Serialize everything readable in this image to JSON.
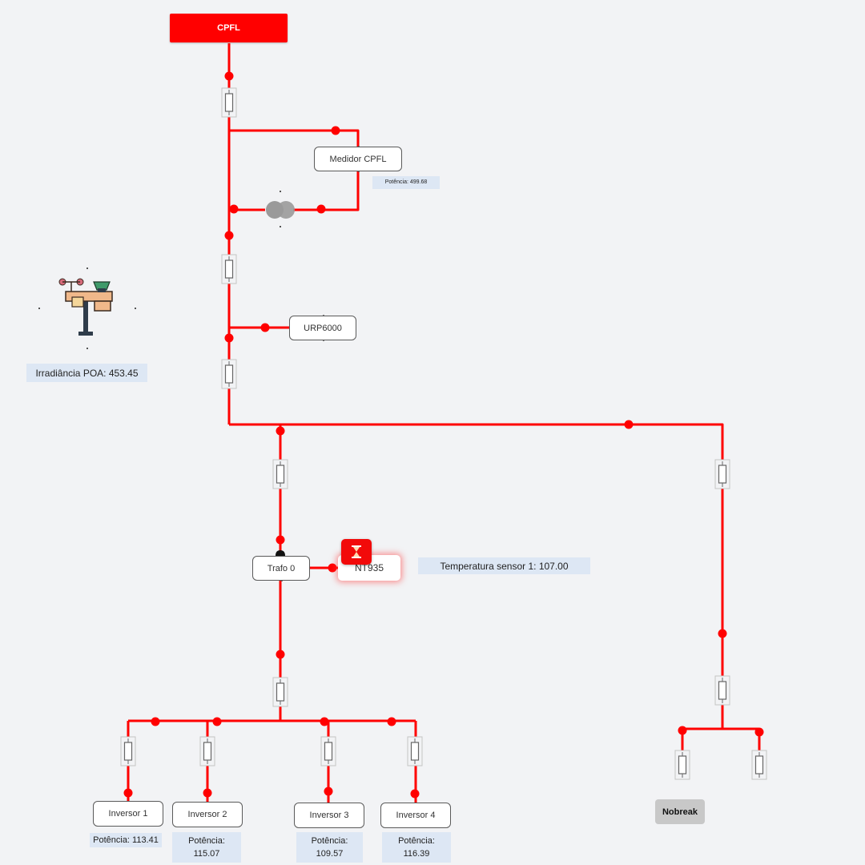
{
  "source": {
    "label": "CPFL"
  },
  "meter": {
    "label": "Medidor CPFL",
    "power_label": "Potência: 499.68"
  },
  "urp": {
    "label": "URP6000"
  },
  "weather_station": {
    "icon": "weather-station-icon",
    "irradiance_label": "Irradiância POA: 453.45"
  },
  "transformer": {
    "label": "Trafo 0"
  },
  "sensor": {
    "label": "NT935",
    "alarm_icon": "hourglass-icon",
    "temperature_label": "Temperatura sensor 1: 107.00"
  },
  "inverters": [
    {
      "label": "Inversor 1",
      "power_label": "Potência: 113.41"
    },
    {
      "label": "Inversor 2",
      "power_label": "Potência: 115.07"
    },
    {
      "label": "Inversor 3",
      "power_label": "Potência: 109.57"
    },
    {
      "label": "Inversor 4",
      "power_label": "Potência: 116.39"
    }
  ],
  "nobreak": {
    "label": "Nobreak"
  },
  "colors": {
    "line": "#ff0000",
    "accent": "#ff0000",
    "label_bg": "#dde7f4",
    "background": "#f2f3f5"
  }
}
